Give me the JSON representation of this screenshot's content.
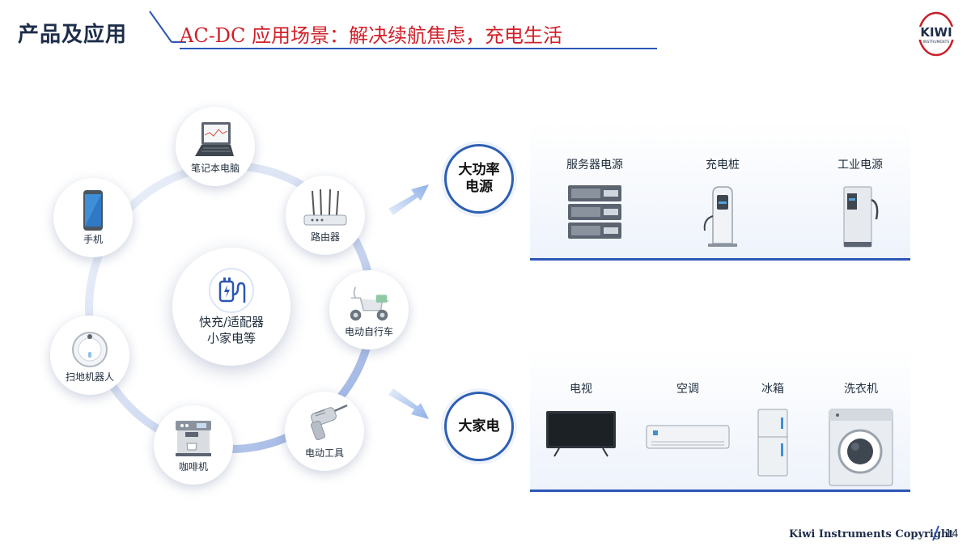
{
  "header": {
    "title": "产品及应用",
    "subtitle": "AC-DC 应用场景：解决续航焦虑，充电生活"
  },
  "logo": {
    "text": "KIWI",
    "tagline": "INSTRUMENTS",
    "color": "#c8202a"
  },
  "diagram": {
    "center": {
      "line1": "快充/适配器",
      "line2": "小家电等",
      "icon": "charger-plug-icon"
    },
    "nodes": [
      {
        "label": "笔记本电脑",
        "icon": "laptop-icon"
      },
      {
        "label": "路由器",
        "icon": "router-icon"
      },
      {
        "label": "电动自行车",
        "icon": "e-scooter-icon"
      },
      {
        "label": "电动工具",
        "icon": "power-drill-icon"
      },
      {
        "label": "咖啡机",
        "icon": "coffee-machine-icon"
      },
      {
        "label": "扫地机器人",
        "icon": "robot-vacuum-icon"
      },
      {
        "label": "手机",
        "icon": "phone-icon"
      }
    ]
  },
  "categories": {
    "high_power": {
      "line1": "大功率",
      "line2": "电源"
    },
    "appliance": {
      "line1": "大家电"
    }
  },
  "panel_high_power": {
    "items": [
      {
        "label": "服务器电源",
        "icon": "server-rack-icon"
      },
      {
        "label": "充电桩",
        "icon": "ev-charger-icon"
      },
      {
        "label": "工业电源",
        "icon": "industrial-power-icon"
      }
    ]
  },
  "panel_appliance": {
    "items": [
      {
        "label": "电视",
        "icon": "tv-icon"
      },
      {
        "label": "空调",
        "icon": "air-conditioner-icon"
      },
      {
        "label": "冰箱",
        "icon": "fridge-icon"
      },
      {
        "label": "洗衣机",
        "icon": "washing-machine-icon"
      }
    ]
  },
  "footer": {
    "copyright": "Kiwi Instruments Copyright",
    "page": "14"
  },
  "colors": {
    "accent_blue": "#2b57b6",
    "title_red": "#d0202a",
    "navy": "#1d2d4a"
  }
}
